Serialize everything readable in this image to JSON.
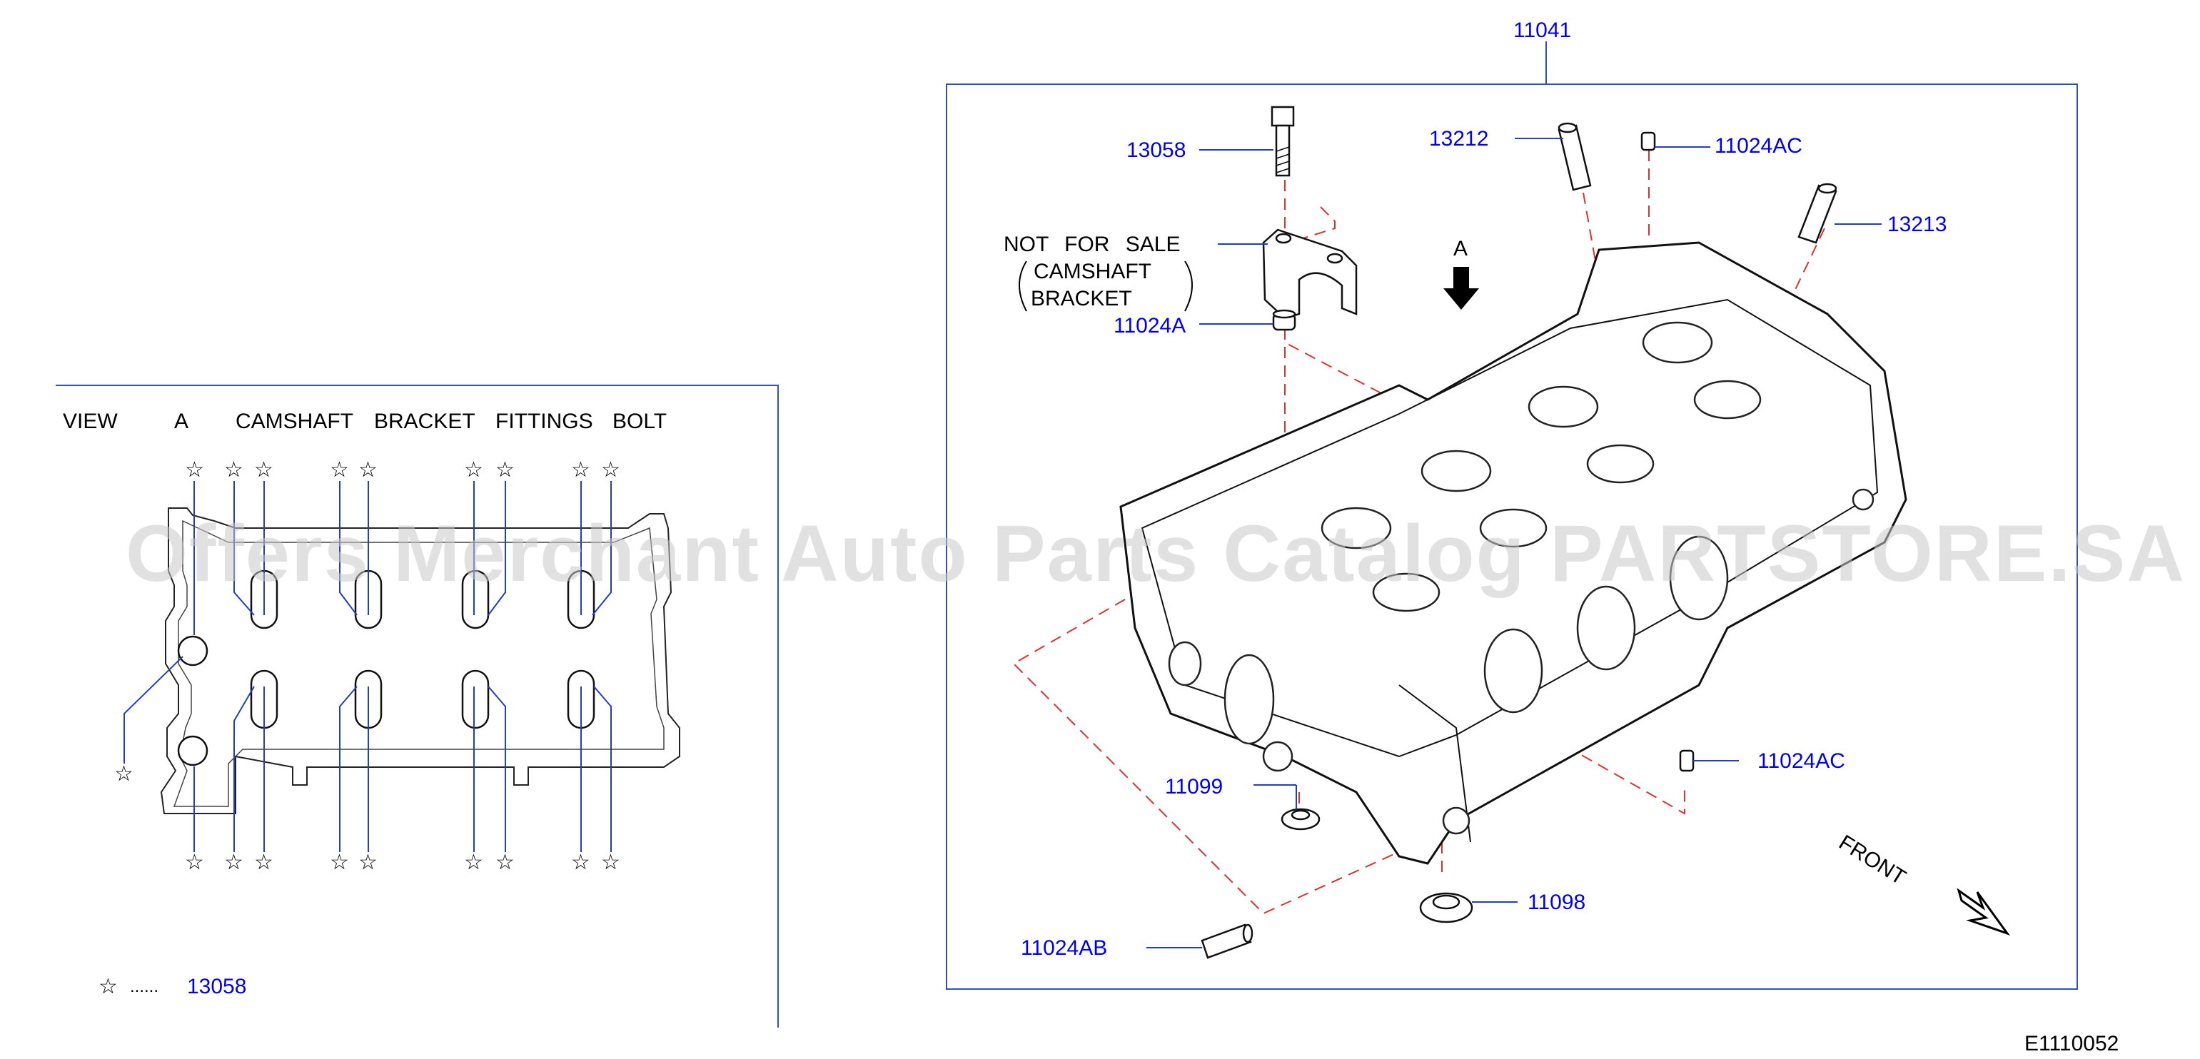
{
  "main_callout": "11041",
  "diagram_code": "E1110052",
  "watermark": "Offers Merchant Auto Parts Catalog PARTSTORE.SA",
  "view_title": [
    "VIEW",
    "A",
    "CAMSHAFT",
    "BRACKET",
    "FITTINGS",
    "BOLT"
  ],
  "legend": {
    "symbol": "☆",
    "dots": "......",
    "part": "13058"
  },
  "not_for_sale": {
    "line1": "NOT FOR SALE",
    "line2": "CAMSHAFT",
    "line3": "BRACKET"
  },
  "view_arrow_label": "A",
  "front_label": "FRONT",
  "star_symbol": "☆",
  "parts": {
    "p13058": "13058",
    "p13212": "13212",
    "p11024AC_top": "11024AC",
    "p13213": "13213",
    "p11024A": "11024A",
    "p11099": "11099",
    "p11024AC_right": "11024AC",
    "p11098": "11098",
    "p11024AB": "11024AB"
  },
  "colors": {
    "callout_text": "#0000ee",
    "leader_line": "#1f3fbf",
    "hidden_line": "#e03030",
    "frame": "#3050c0"
  }
}
